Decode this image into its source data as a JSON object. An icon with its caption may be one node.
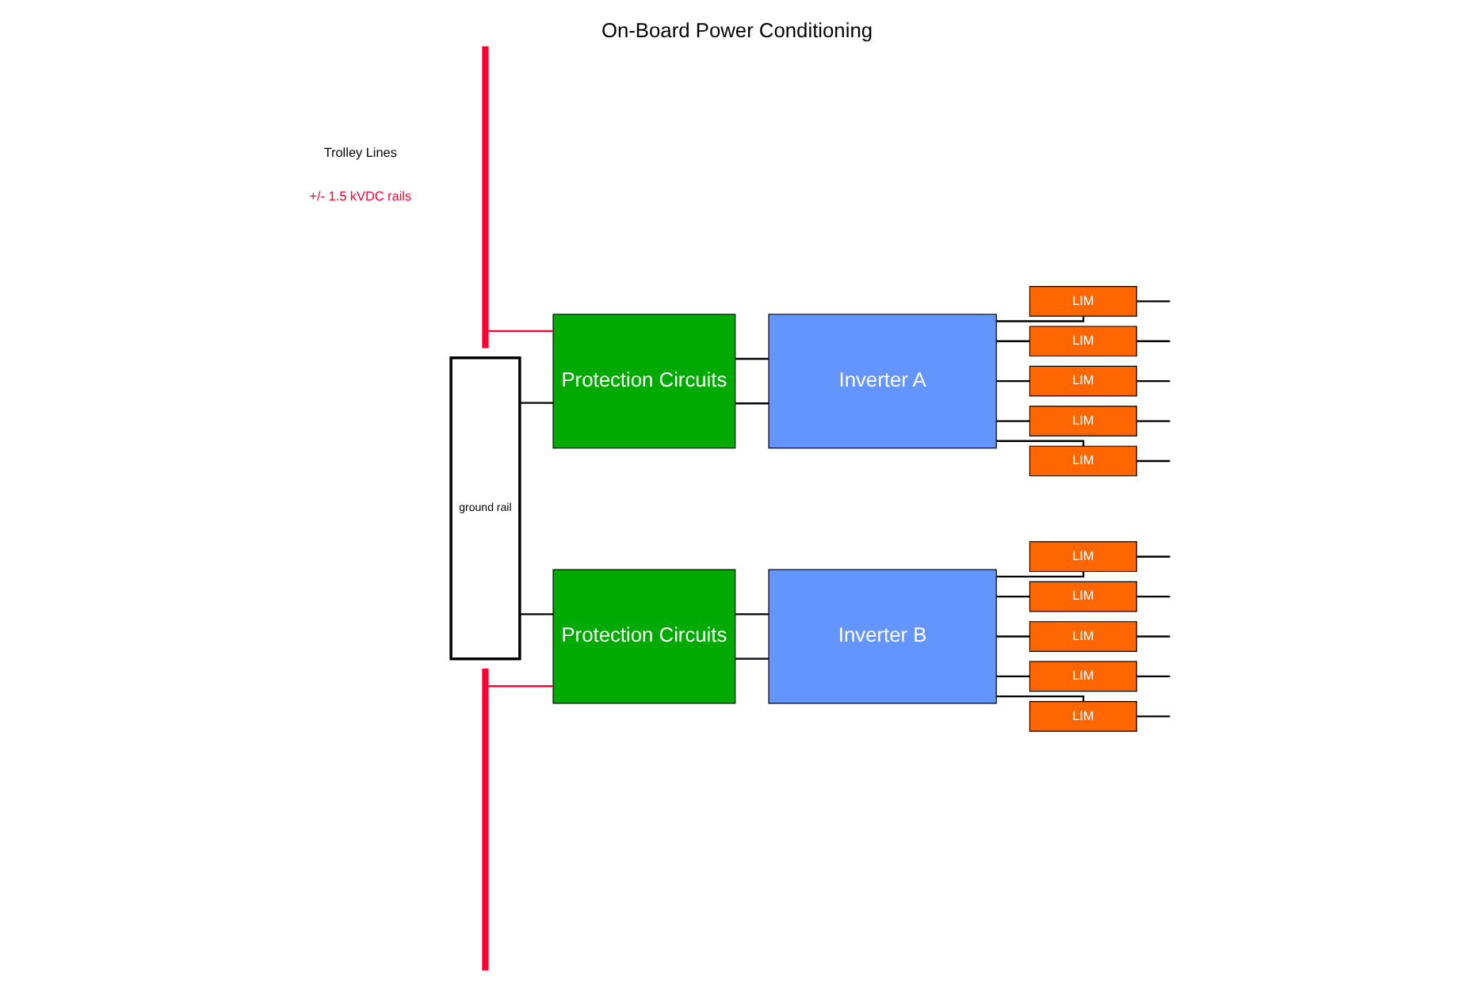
{
  "diagram": {
    "title": "On-Board Power Conditioning",
    "nodes": [
      {
        "text": [],
        "shape": "bar"
      },
      {
        "text": [
          "ground rail"
        ]
      },
      {
        "text": [],
        "shape": "bar"
      },
      {
        "text": [
          "Protection Circuits"
        ]
      },
      {
        "text": [
          "Inverter A"
        ]
      },
      {
        "text": [
          "Protection Circuits"
        ]
      },
      {
        "text": [
          "Inverter B"
        ]
      },
      {
        "text": [
          "LIM"
        ]
      },
      {
        "text": [
          "LIM"
        ]
      },
      {
        "text": [
          "LIM"
        ]
      },
      {
        "text": [
          "LIM"
        ]
      },
      {
        "text": [
          "LIM"
        ]
      },
      {
        "text": [
          "LIM"
        ]
      },
      {
        "text": [
          "LIM"
        ]
      },
      {
        "text": [
          "LIM"
        ]
      },
      {
        "text": [
          "LIM"
        ]
      },
      {
        "text": [
          "LIM"
        ]
      }
    ],
    "edges": [
      {
        "from": 0,
        "to": 3,
        "arrow": "none",
        "color": "#ff0033"
      },
      {
        "from": 1,
        "to": 3,
        "arrow": "none"
      },
      {
        "from": 1,
        "to": 5,
        "arrow": "none"
      },
      {
        "from": 2,
        "to": 5,
        "arrow": "none",
        "color": "#ff0033"
      },
      {
        "from": 3,
        "to": 4,
        "arrow": "none"
      },
      {
        "from": 3,
        "to": 4,
        "arrow": "none"
      },
      {
        "from": 5,
        "to": 6,
        "arrow": "none"
      },
      {
        "from": 5,
        "to": 6,
        "arrow": "none"
      },
      {
        "from": 4,
        "to": 7,
        "arrow": "none"
      },
      {
        "from": 4,
        "to": 8,
        "arrow": "none"
      },
      {
        "from": 4,
        "to": 9,
        "arrow": "none"
      },
      {
        "from": 4,
        "to": 10,
        "arrow": "none"
      },
      {
        "from": 4,
        "to": 11,
        "arrow": "none"
      },
      {
        "from": 6,
        "to": 12,
        "arrow": "none"
      },
      {
        "from": 6,
        "to": 13,
        "arrow": "none"
      },
      {
        "from": 6,
        "to": 14,
        "arrow": "none"
      },
      {
        "from": 6,
        "to": 15,
        "arrow": "none"
      },
      {
        "from": 6,
        "to": 16,
        "arrow": "none"
      },
      {
        "from": 7,
        "to": null,
        "arrow": "none"
      },
      {
        "from": 8,
        "to": null,
        "arrow": "none"
      },
      {
        "from": 9,
        "to": null,
        "arrow": "none"
      },
      {
        "from": 10,
        "to": null,
        "arrow": "none"
      },
      {
        "from": 11,
        "to": null,
        "arrow": "none"
      },
      {
        "from": 12,
        "to": null,
        "arrow": "none"
      },
      {
        "from": 13,
        "to": null,
        "arrow": "none"
      },
      {
        "from": 14,
        "to": null,
        "arrow": "none"
      },
      {
        "from": 15,
        "to": null,
        "arrow": "none"
      },
      {
        "from": 16,
        "to": null,
        "arrow": "none"
      }
    ],
    "labels": [
      "Trolley Lines",
      "+/- 1.5 kVDC rails"
    ]
  }
}
